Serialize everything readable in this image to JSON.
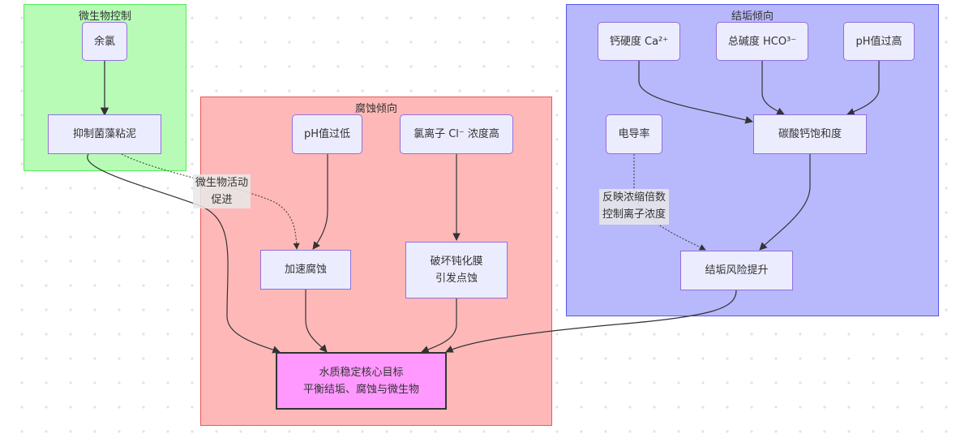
{
  "clusters": {
    "microbe": {
      "title": "微生物控制",
      "fill": "#b7fbb7",
      "stroke": "#55ee55"
    },
    "corrosion": {
      "title": "腐蚀倾向",
      "fill": "#ffb8b8",
      "stroke": "#ee5555"
    },
    "scaling": {
      "title": "结垢倾向",
      "fill": "#b8b8fc",
      "stroke": "#5555ee"
    }
  },
  "nodes": {
    "residual_chlorine": "余氯",
    "inhibit_slime": "抑制菌藻粘泥",
    "ph_low": "pH值过低",
    "chloride_high": "氯离子 Cl⁻ 浓度高",
    "accelerate_corrosion": "加速腐蚀",
    "passive_film": "破坏钝化膜\n引发点蚀",
    "calcium_hardness": "钙硬度 Ca²⁺",
    "alkalinity": "总碱度 HCO³⁻",
    "ph_high": "pH值过高",
    "conductivity": "电导率",
    "caco3_saturation": "碳酸钙饱和度",
    "scaling_risk": "结垢风险提升",
    "core_goal": "水质稳定核心目标\n平衡结垢、腐蚀与微生物"
  },
  "edge_labels": {
    "microbe_promotes": "微生物活动\n促进",
    "conductivity_reflects": "反映浓缩倍数\n控制离子浓度"
  },
  "edges": [
    {
      "from": "余氯",
      "to": "抑制菌藻粘泥",
      "style": "solid"
    },
    {
      "from": "抑制菌藻粘泥",
      "to": "加速腐蚀",
      "style": "dotted",
      "label": "微生物活动 促进"
    },
    {
      "from": "抑制菌藻粘泥",
      "to": "水质稳定核心目标",
      "style": "solid"
    },
    {
      "from": "pH值过低",
      "to": "加速腐蚀",
      "style": "solid"
    },
    {
      "from": "氯离子 Cl⁻ 浓度高",
      "to": "破坏钝化膜 引发点蚀",
      "style": "solid"
    },
    {
      "from": "加速腐蚀",
      "to": "水质稳定核心目标",
      "style": "solid"
    },
    {
      "from": "破坏钝化膜 引发点蚀",
      "to": "水质稳定核心目标",
      "style": "solid"
    },
    {
      "from": "钙硬度 Ca²⁺",
      "to": "碳酸钙饱和度",
      "style": "solid"
    },
    {
      "from": "总碱度 HCO³⁻",
      "to": "碳酸钙饱和度",
      "style": "solid"
    },
    {
      "from": "pH值过高",
      "to": "碳酸钙饱和度",
      "style": "solid"
    },
    {
      "from": "电导率",
      "to": "结垢风险提升",
      "style": "dotted",
      "label": "反映浓缩倍数 控制离子浓度"
    },
    {
      "from": "碳酸钙饱和度",
      "to": "结垢风险提升",
      "style": "solid"
    },
    {
      "from": "结垢风险提升",
      "to": "水质稳定核心目标",
      "style": "solid"
    }
  ]
}
